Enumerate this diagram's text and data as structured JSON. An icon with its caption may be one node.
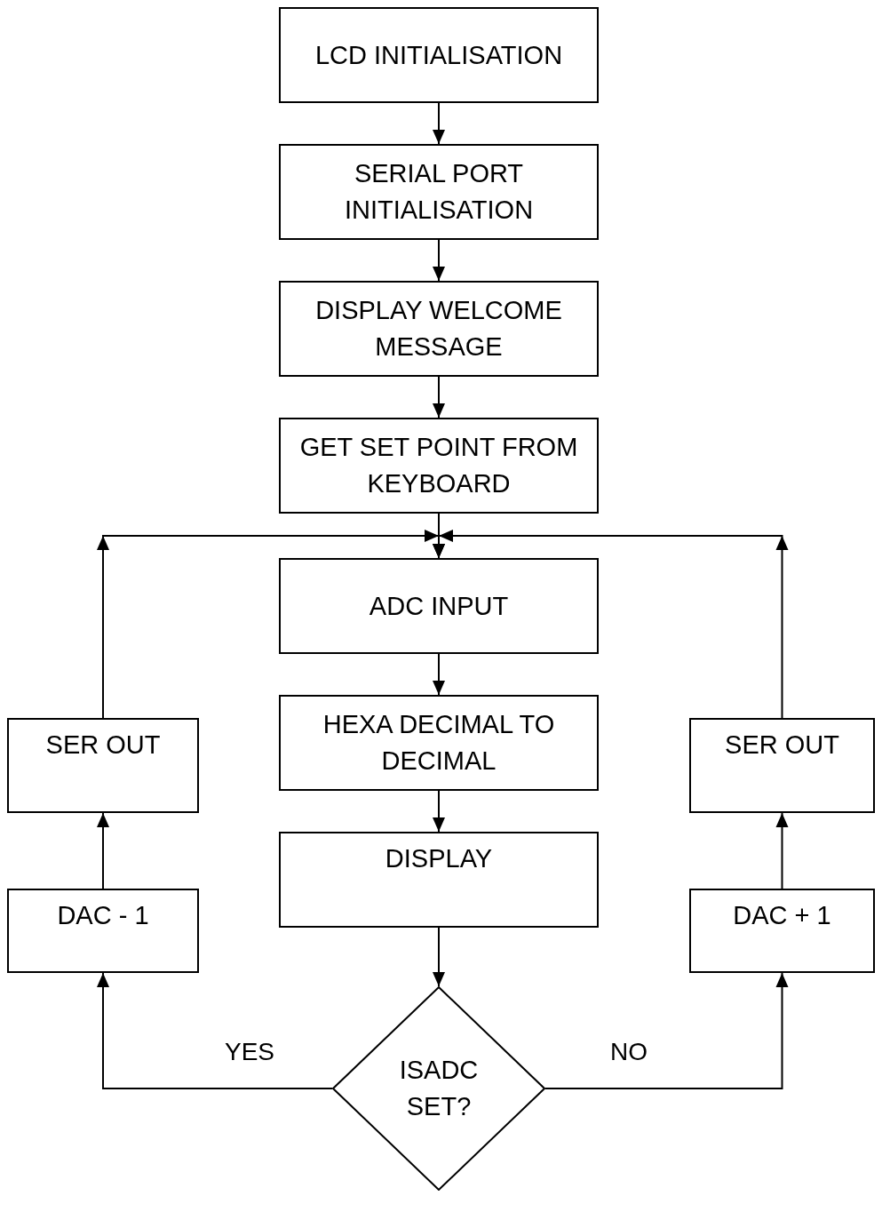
{
  "diagram": {
    "nodes": [
      {
        "text": [
          "LCD INITIALISATION"
        ]
      },
      {
        "text": [
          "SERIAL PORT INITIALISATION"
        ]
      },
      {
        "text": [
          "DISPLAY WELCOME MESSAGE"
        ]
      },
      {
        "text": [
          "GET SET POINT FROM KEYBOARD"
        ]
      },
      {
        "text": [
          "ADC INPUT"
        ]
      },
      {
        "text": [
          "HEXA DECIMAL TO DECIMAL"
        ]
      },
      {
        "text": [
          "DISPLAY"
        ]
      },
      {
        "text": [
          "ISADC SET?"
        ]
      },
      {
        "text": [
          "SER OUT"
        ]
      },
      {
        "text": [
          "DAC - 1"
        ]
      },
      {
        "text": [
          "SER OUT"
        ]
      },
      {
        "text": [
          "DAC + 1"
        ]
      }
    ],
    "edges": [
      {
        "from": 0,
        "to": 1,
        "arrow": "to"
      },
      {
        "from": 1,
        "to": 2,
        "arrow": "to"
      },
      {
        "from": 2,
        "to": 3,
        "arrow": "to"
      },
      {
        "from": 3,
        "to": 4,
        "arrow": "to"
      },
      {
        "from": 4,
        "to": 5,
        "arrow": "to"
      },
      {
        "from": 5,
        "to": 6,
        "arrow": "to"
      },
      {
        "from": 6,
        "to": 7,
        "arrow": "to"
      },
      {
        "from": 7,
        "to": 9,
        "arrow": "to",
        "label": "YES"
      },
      {
        "from": 7,
        "to": 11,
        "arrow": "to",
        "label": "NO"
      },
      {
        "from": 9,
        "to": 8,
        "arrow": "to"
      },
      {
        "from": 11,
        "to": 10,
        "arrow": "to"
      },
      {
        "from": 8,
        "to": 4,
        "arrow": "to"
      },
      {
        "from": 10,
        "to": 4,
        "arrow": "to"
      }
    ]
  }
}
